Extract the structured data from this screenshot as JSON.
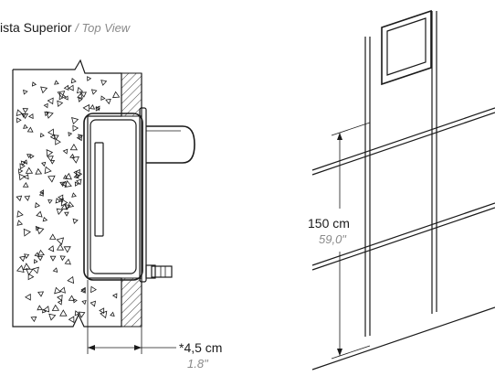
{
  "top_view": {
    "title_pt": "ista Superior",
    "title_sep": " / ",
    "title_en": "Top View"
  },
  "depth_dimension": {
    "metric": "*4,5 cm",
    "imperial": "1.8\""
  },
  "height_dimension": {
    "metric": "150 cm",
    "imperial": "59,0\""
  },
  "colors": {
    "line": "#1a1a1a",
    "imperial_text": "#8a8a8a",
    "background": "#ffffff"
  }
}
